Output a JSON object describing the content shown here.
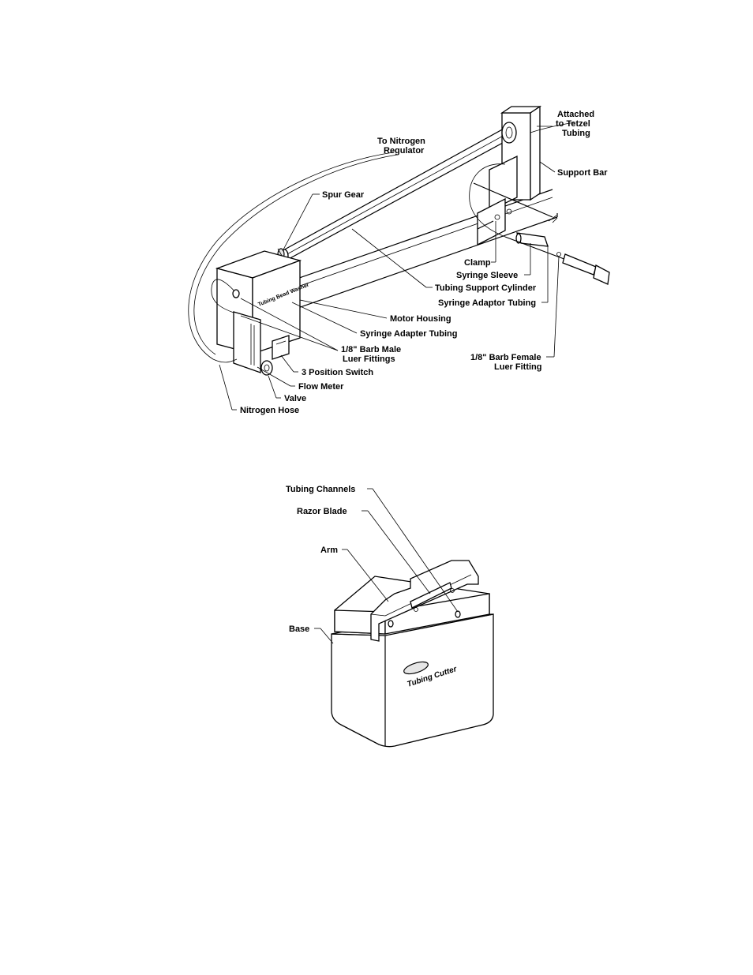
{
  "figure1": {
    "labels": {
      "attached": [
        "Attached",
        "to Tetzel",
        "Tubing"
      ],
      "to_nitrogen": [
        "To Nitrogen",
        "Regulator"
      ],
      "support_bar": "Support Bar",
      "spur_gear": "Spur Gear",
      "clamp": "Clamp",
      "syringe_sleeve": "Syringe Sleeve",
      "tubing_support_cylinder": "Tubing Support Cylinder",
      "syringe_adaptor_tubing": "Syringe Adaptor Tubing",
      "motor_housing": "Motor Housing",
      "syringe_adapter_tubing": "Syringe Adapter Tubing",
      "barb_male": [
        "1/8\" Barb Male",
        "Luer Fittings"
      ],
      "barb_female": [
        "1/8\" Barb Female",
        "Luer Fitting"
      ],
      "three_position_switch": "3 Position Switch",
      "flow_meter": "Flow Meter",
      "valve": "Valve",
      "nitrogen_hose": "Nitrogen Hose"
    },
    "housing_text": "Tubing Bead Washer"
  },
  "figure2": {
    "labels": {
      "tubing_channels": "Tubing Channels",
      "razor_blade": "Razor Blade",
      "arm": "Arm",
      "base": "Base"
    },
    "base_text": "Tubing Cutter"
  }
}
